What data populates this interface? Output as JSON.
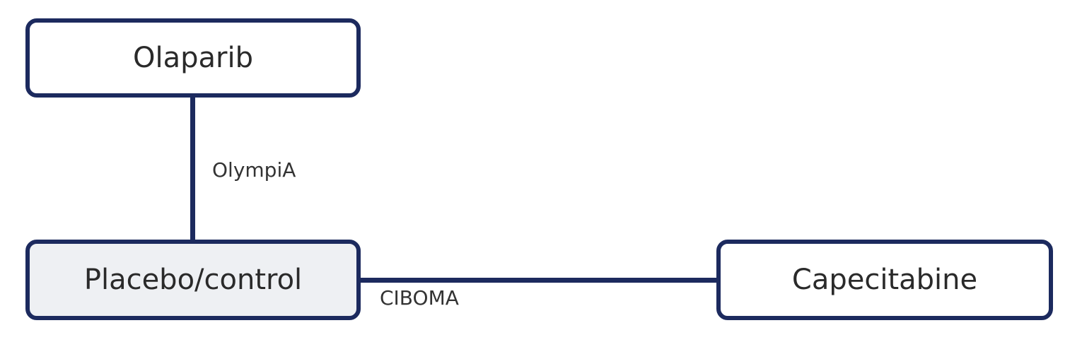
{
  "diagram": {
    "type": "network-meta-analysis",
    "colors": {
      "border": "#1c2a5e",
      "line": "#1c2a5e",
      "control_fill": "#eef0f3",
      "node_fill": "#ffffff",
      "text": "#2a2a2a"
    },
    "nodes": [
      {
        "id": "olaparib",
        "label": "Olaparib"
      },
      {
        "id": "placebo",
        "label": "Placebo/control"
      },
      {
        "id": "capecitabine",
        "label": "Capecitabine"
      }
    ],
    "edges": [
      {
        "from": "olaparib",
        "to": "placebo",
        "label": "OlympiA"
      },
      {
        "from": "placebo",
        "to": "capecitabine",
        "label": "CIBOMA"
      }
    ]
  }
}
